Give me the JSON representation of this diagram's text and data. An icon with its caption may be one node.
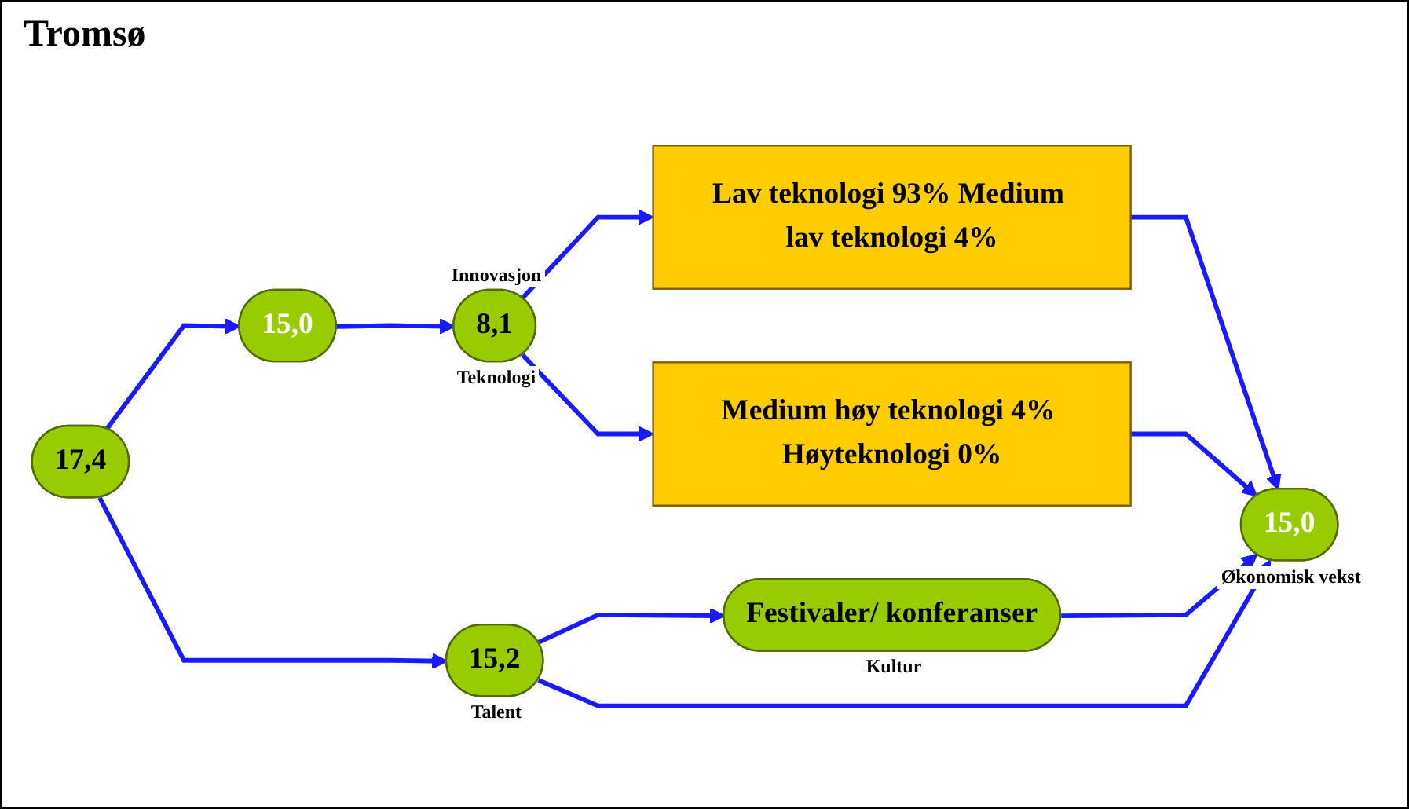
{
  "diagram": {
    "title": "Tromsø",
    "nodes": [
      {
        "text": [
          "8,1"
        ],
        "beside": [
          "Innovasjon",
          "Teknologi"
        ]
      },
      {
        "text": [
          "Lav teknologi 93% Medium lav teknologi 4%"
        ]
      },
      {
        "text": [
          "15,0"
        ]
      },
      {
        "text": [
          "Medium høy teknologi 4% Høyteknologi 0%"
        ]
      },
      {
        "text": [
          "15,0"
        ],
        "beside": [
          "Økonomisk vekst"
        ]
      },
      {
        "text": [
          "Festivaler/ konferanser"
        ],
        "beside": [
          "Kultur"
        ]
      },
      {
        "text": [
          "17,4"
        ]
      },
      {
        "text": [
          "15,2"
        ],
        "beside": [
          "Talent"
        ]
      }
    ],
    "edges": [
      {
        "from": 6,
        "to": 2,
        "arrow": "to"
      },
      {
        "from": 2,
        "to": 0,
        "arrow": "to"
      },
      {
        "from": 0,
        "to": 3,
        "arrow": "to"
      },
      {
        "from": 0,
        "to": 1,
        "arrow": "to"
      },
      {
        "from": 1,
        "to": 4,
        "arrow": "to"
      },
      {
        "from": 3,
        "to": 4,
        "arrow": "to"
      },
      {
        "from": 5,
        "to": 4,
        "arrow": "to"
      },
      {
        "from": 7,
        "to": 4,
        "arrow": "to"
      },
      {
        "from": 6,
        "to": 7,
        "arrow": "to"
      },
      {
        "from": 7,
        "to": 5,
        "arrow": "to"
      }
    ]
  }
}
